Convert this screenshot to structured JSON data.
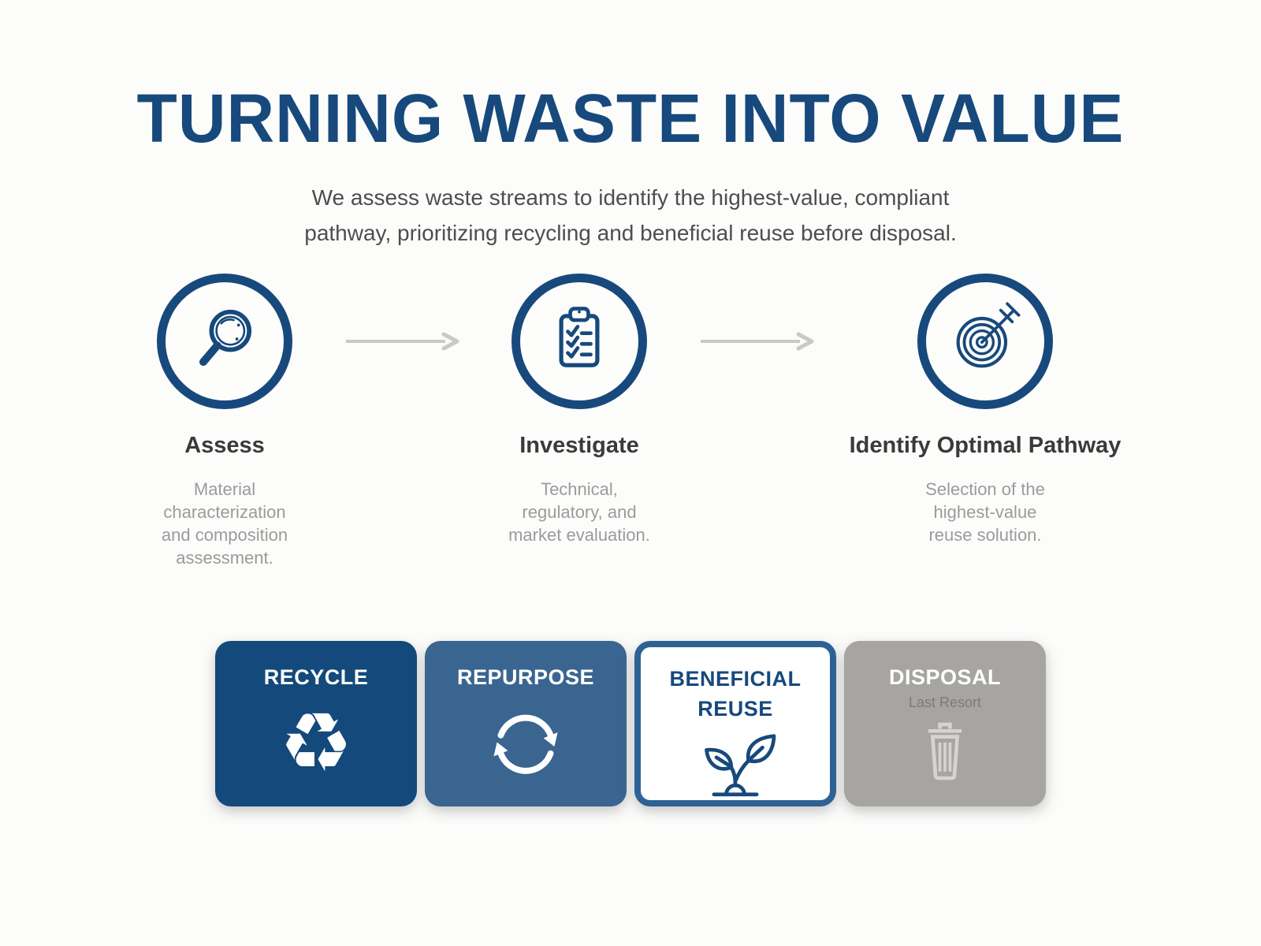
{
  "page": {
    "background": "#FCFCFB",
    "title": "TURNING WASTE INTO VALUE",
    "subtitle": "We assess waste streams to identify the highest-value, compliant\npathway, prioritizing recycling and beneficial reuse before disposal."
  },
  "process": {
    "steps": [
      {
        "title": "Assess",
        "description": "Material\ncharacterization\nand composition\nassessment.",
        "icon": "magnifier-icon"
      },
      {
        "title": "Investigate",
        "description": "Technical,\nregulatory, and\nmarket evaluation.",
        "icon": "clipboard-checklist-icon"
      },
      {
        "title": "Identify Optimal Pathway",
        "description": "Selection of the\nhighest-value\nreuse solution.",
        "icon": "target-bullseye-icon"
      }
    ],
    "connector_icon": "right-arrow-icon"
  },
  "pathways": [
    {
      "label": "RECYCLE",
      "icon": "recycle-arrows-icon",
      "glyph": "♻",
      "background": "#14497B",
      "text_color": "#FFFFFF"
    },
    {
      "label": "REPURPOSE",
      "icon": "circular-arrows-icon",
      "background": "#3A6590",
      "text_color": "#FFFFFF"
    },
    {
      "label": "BENEFICIAL REUSE",
      "icon": "sprout-plant-icon",
      "background": "#FFFFFF",
      "text_color": "#17497C",
      "border_color": "#2D6295"
    },
    {
      "label": "DISPOSAL",
      "sublabel": "Last Resort",
      "icon": "trash-can-icon",
      "background": "#A7A5A1",
      "text_color": "#FFFFFF",
      "sublabel_color": "#7D7B76"
    }
  ],
  "colors": {
    "title_navy": "#17497C",
    "icon_navy": "#17497C",
    "slate_blue": "#3A6590",
    "beneficial_border_blue": "#2D6295",
    "disposal_gray": "#A7A5A1",
    "connector_arrow_gray": "#C9C9C8",
    "step_title_gray": "#3A3A3A",
    "description_gray": "#9B9B9B",
    "subtitle_gray": "#4E4E4E",
    "trash_icon_gray": "#D5D4D0"
  }
}
